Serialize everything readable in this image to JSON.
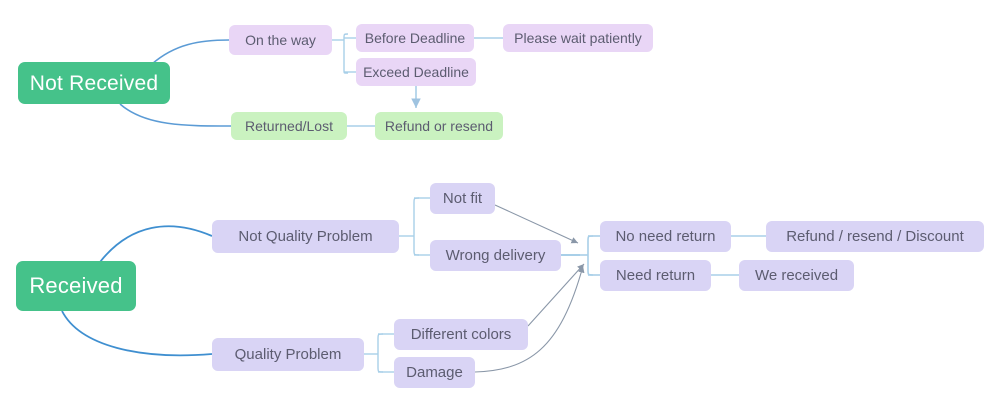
{
  "diagram": {
    "title": "Order status resolution flowchart",
    "background": "#ffffff",
    "colors": {
      "root_fill": "#45c28a",
      "root_text": "#ffffff",
      "purple_fill": "#d9d4f5",
      "lavender_fill": "#e9d6f6",
      "green_fill": "#caf2c0",
      "node_text": "#5c5c70",
      "edge_blue": "#5b9bd5",
      "edge_light": "#a8cfe8",
      "edge_gray": "#8a97a8"
    },
    "branches": [
      {
        "id": "not-received",
        "root": "Not Received",
        "level1": [
          {
            "id": "on-the-way",
            "label": "On the way",
            "style": "lavender",
            "children": [
              {
                "id": "before-deadline",
                "label": "Before Deadline",
                "style": "lavender",
                "children": [
                  {
                    "id": "please-wait-patiently",
                    "label": "Please wait patiently",
                    "style": "lavender",
                    "children": []
                  }
                ]
              },
              {
                "id": "exceed-deadline",
                "label": "Exceed Deadline",
                "style": "lavender",
                "children": []
              }
            ]
          },
          {
            "id": "returned-lost",
            "label": "Returned/Lost",
            "style": "green",
            "children": [
              {
                "id": "refund-or-resend",
                "label": "Refund or resend",
                "style": "green",
                "children": []
              }
            ]
          }
        ]
      },
      {
        "id": "received",
        "root": "Received",
        "level1": [
          {
            "id": "not-quality-problem",
            "label": "Not Quality Problem",
            "style": "purple",
            "children": [
              {
                "id": "not-fit",
                "label": "Not fit",
                "style": "purple",
                "children": []
              },
              {
                "id": "wrong-delivery",
                "label": "Wrong delivery",
                "style": "purple",
                "children": []
              }
            ]
          },
          {
            "id": "quality-problem",
            "label": "Quality Problem",
            "style": "purple",
            "children": [
              {
                "id": "different-colors",
                "label": "Different colors",
                "style": "purple",
                "children": []
              },
              {
                "id": "damage",
                "label": "Damage",
                "style": "purple",
                "children": []
              }
            ]
          }
        ],
        "outcomes": [
          {
            "id": "no-need-return",
            "label": "No need return",
            "style": "purple",
            "children": [
              {
                "id": "refund-resend-discount",
                "label": "Refund / resend / Discount",
                "style": "purple",
                "children": []
              }
            ]
          },
          {
            "id": "need-return",
            "label": "Need return",
            "style": "purple",
            "children": [
              {
                "id": "we-received",
                "label": "We received",
                "style": "purple",
                "children": []
              }
            ]
          }
        ]
      }
    ],
    "nodes": {
      "not_received": "Not Received",
      "on_the_way": "On the way",
      "before_deadline": "Before Deadline",
      "please_wait_patiently": "Please wait patiently",
      "exceed_deadline": "Exceed Deadline",
      "returned_lost": "Returned/Lost",
      "refund_or_resend": "Refund or resend",
      "received": "Received",
      "not_quality_problem": "Not Quality Problem",
      "not_fit": "Not fit",
      "wrong_delivery": "Wrong delivery",
      "quality_problem": "Quality Problem",
      "different_colors": "Different colors",
      "damage": "Damage",
      "no_need_return": "No need return",
      "need_return": "Need return",
      "refund_resend_discount": "Refund / resend / Discount",
      "we_received": "We received"
    }
  }
}
